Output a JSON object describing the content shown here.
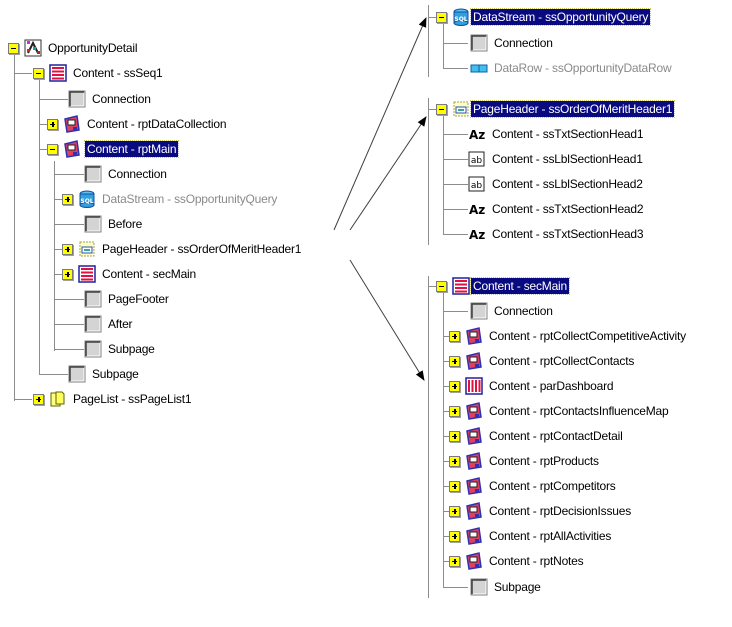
{
  "left_tree": {
    "root": "OpportunityDetail",
    "items": [
      "Content - ssSeq1",
      "Connection",
      "Content - rptDataCollection",
      "Content - rptMain",
      "Connection",
      "DataStream - ssOpportunityQuery",
      "Before",
      "PageHeader - ssOrderOfMeritHeader1",
      "Content - secMain",
      "PageFooter",
      "After",
      "Subpage",
      "Subpage",
      "PageList - ssPageList1"
    ]
  },
  "panel_datastream": {
    "title": "DataStream - ssOpportunityQuery",
    "items": [
      "Connection",
      "DataRow - ssOpportunityDataRow"
    ]
  },
  "panel_pageheader": {
    "title": "PageHeader - ssOrderOfMeritHeader1",
    "items": [
      "Content - ssTxtSectionHead1",
      "Content - ssLblSectionHead1",
      "Content - ssLblSectionHead2",
      "Content - ssTxtSectionHead2",
      "Content - ssTxtSectionHead3"
    ]
  },
  "panel_secmain": {
    "title": "Content - secMain",
    "items": [
      "Connection",
      "Content - rptCollectCompetitiveActivity",
      "Content - rptCollectContacts",
      "Content - parDashboard",
      "Content - rptContactsInfluenceMap",
      "Content - rptContactDetail",
      "Content - rptProducts",
      "Content - rptCompetitors",
      "Content - rptDecisionIssues",
      "Content - rptAllActivities",
      "Content - rptNotes",
      "Subpage"
    ]
  },
  "colors": {
    "selection": "#0a0a80",
    "expander": "#ffff00",
    "line": "#8c8c8c"
  }
}
